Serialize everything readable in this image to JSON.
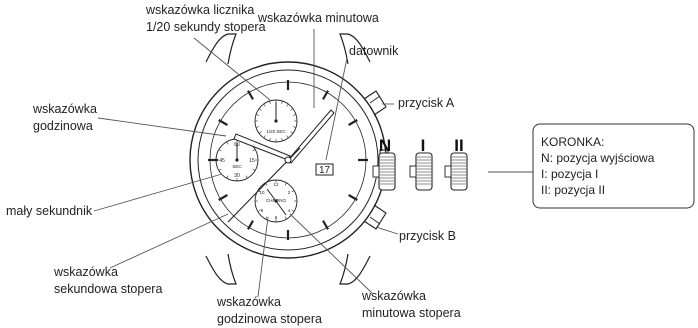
{
  "labels": {
    "stopwatch_counter_hand": [
      "wskazówka licznika",
      "1/20 sekundy stopera"
    ],
    "minute_hand": "wskazówka minutowa",
    "date_display": "datownik",
    "button_a": "przycisk A",
    "hour_hand": [
      "wskazówka",
      "godzinowa"
    ],
    "small_seconds": "mały sekundnik",
    "button_b": "przycisk B",
    "stopwatch_second_hand": [
      "wskazówka",
      "sekundowa stopera"
    ],
    "stopwatch_hour_hand": [
      "wskazówka",
      "godzinowa stopera"
    ],
    "stopwatch_minute_hand": [
      "wskazówka",
      "minutowa stopera"
    ]
  },
  "crown_positions": [
    "N",
    "I",
    "II"
  ],
  "crown_box": {
    "title": "KORONKA:",
    "lines": [
      "N: pozycja wyjściowa",
      "I: pozycja I",
      "II: pozycja II"
    ]
  },
  "dial": {
    "date_value": "17",
    "top_subdial_label": "1/20 SEC",
    "left_subdial_label": "SEC",
    "left_subdial_numbers": [
      "60",
      "15",
      "30",
      "45"
    ],
    "bottom_subdial_label": "CHRONO",
    "bottom_subdial_numbers": [
      "12",
      "2",
      "4",
      "6",
      "8",
      "10"
    ]
  }
}
